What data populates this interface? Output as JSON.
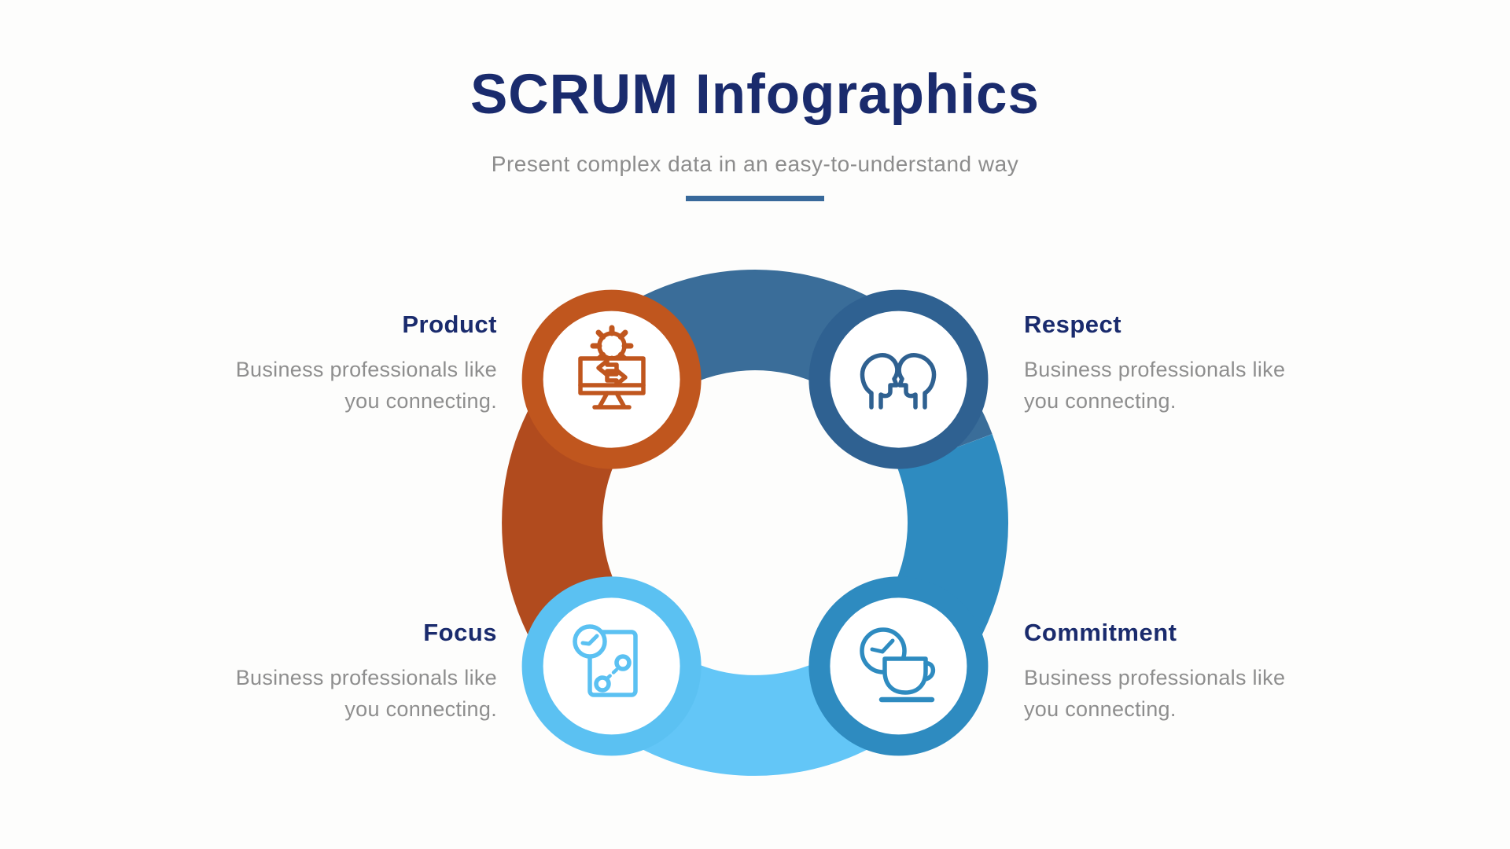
{
  "page": {
    "title": "SCRUM Infographics",
    "subtitle": "Present complex data in an easy-to-understand way"
  },
  "colors": {
    "background": "#FDFDFC",
    "title_navy": "#1A2B6D",
    "subtitle_gray": "#8C8C8C",
    "desc_gray": "#8E8E8E",
    "underline_blue": "#38699B",
    "arc_top": "#3A6D99",
    "arc_right": "#2E8BC0",
    "arc_bottom": "#63C6F7",
    "arc_left": "#B14B1E",
    "node_product": "#C0561E",
    "node_respect": "#2F6191",
    "node_focus": "#5BC1F2",
    "node_commitment": "#2E8BC0"
  },
  "cards": [
    {
      "label": "Product",
      "desc_line1": "Business professionals like",
      "desc_line2": "you connecting.",
      "icon": "monitor-sync-gear-icon",
      "position": "top-left"
    },
    {
      "label": "Respect",
      "desc_line1": "Business professionals like",
      "desc_line2": "you connecting.",
      "icon": "facing-heads-icon",
      "position": "top-right"
    },
    {
      "label": "Focus",
      "desc_line1": "Business professionals like",
      "desc_line2": "you connecting.",
      "icon": "plan-clock-icon",
      "position": "bottom-left"
    },
    {
      "label": "Commitment",
      "desc_line1": "Business professionals like",
      "desc_line2": "you connecting.",
      "icon": "coffee-clock-icon",
      "position": "bottom-right"
    }
  ]
}
